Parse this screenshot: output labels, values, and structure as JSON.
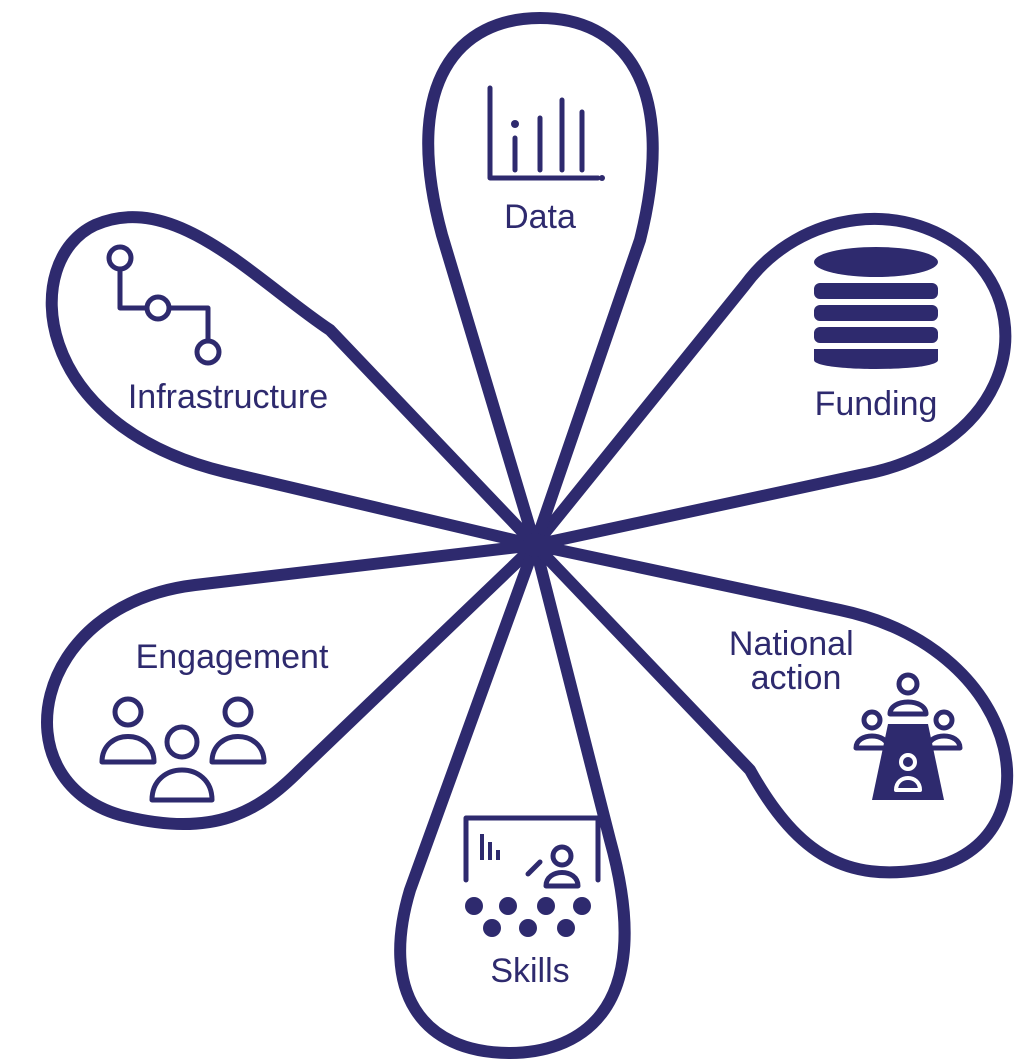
{
  "diagram": {
    "colors": {
      "stroke": "#2e2a6e",
      "background": "#ffffff"
    },
    "petals": [
      {
        "label_lines": [
          "Data"
        ],
        "icon": "bar-chart-icon"
      },
      {
        "label_lines": [
          "Funding"
        ],
        "icon": "database-stack-icon"
      },
      {
        "label_lines": [
          "National",
          "action"
        ],
        "icon": "people-around-table-icon"
      },
      {
        "label_lines": [
          "Skills"
        ],
        "icon": "presentation-audience-icon"
      },
      {
        "label_lines": [
          "Engagement"
        ],
        "icon": "people-group-icon"
      },
      {
        "label_lines": [
          "Infrastructure"
        ],
        "icon": "connected-nodes-icon"
      }
    ]
  }
}
